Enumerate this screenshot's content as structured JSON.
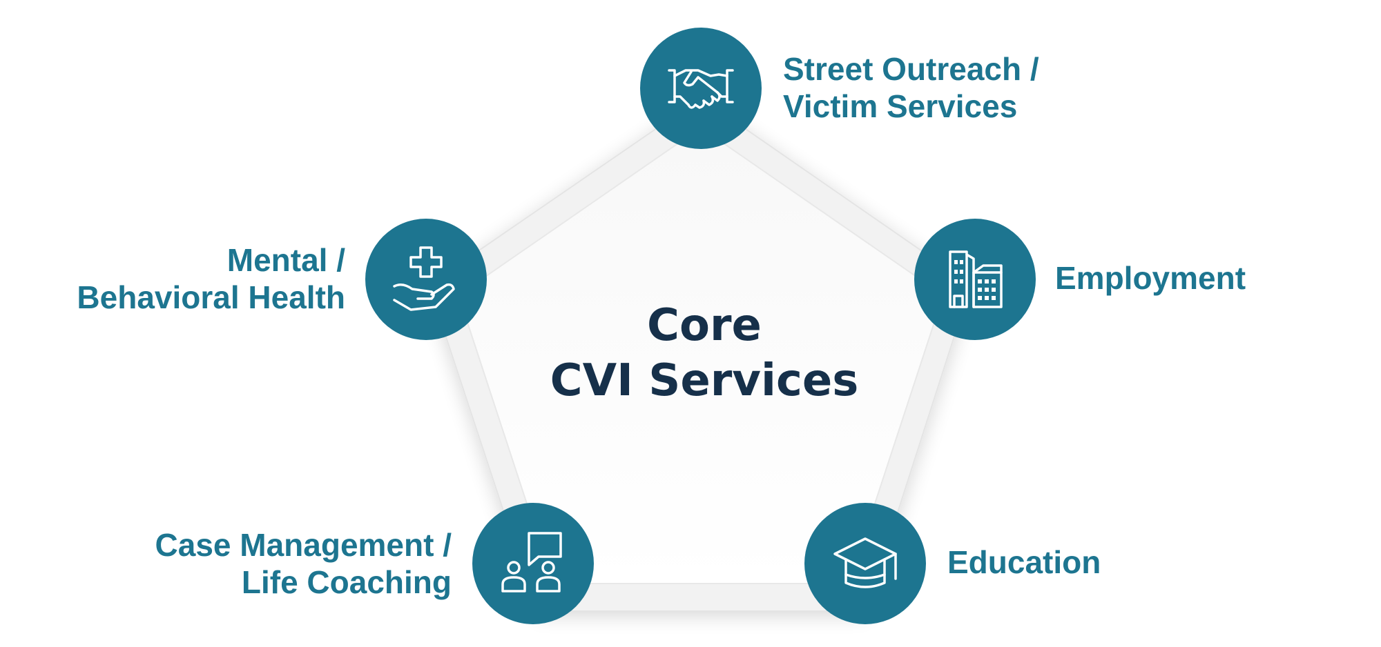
{
  "title": {
    "line1": "Core",
    "line2": "CVI Services"
  },
  "colors": {
    "node_fill": "#1d7590",
    "label_text": "#1d7590",
    "title_text": "#16304a",
    "pentagon_fill": "#f7f7f7",
    "pentagon_border": "#e6e6e6"
  },
  "nodes": [
    {
      "icon": "handshake-icon",
      "label_lines": [
        "Street Outreach /",
        "Victim Services"
      ]
    },
    {
      "icon": "buildings-icon",
      "label_lines": [
        "Employment"
      ]
    },
    {
      "icon": "graduation-cap-icon",
      "label_lines": [
        "Education"
      ]
    },
    {
      "icon": "mentoring-people-icon",
      "label_lines": [
        "Case Management /",
        "Life Coaching"
      ]
    },
    {
      "icon": "health-care-hand-icon",
      "label_lines": [
        "Mental /",
        "Behavioral Health"
      ]
    }
  ]
}
